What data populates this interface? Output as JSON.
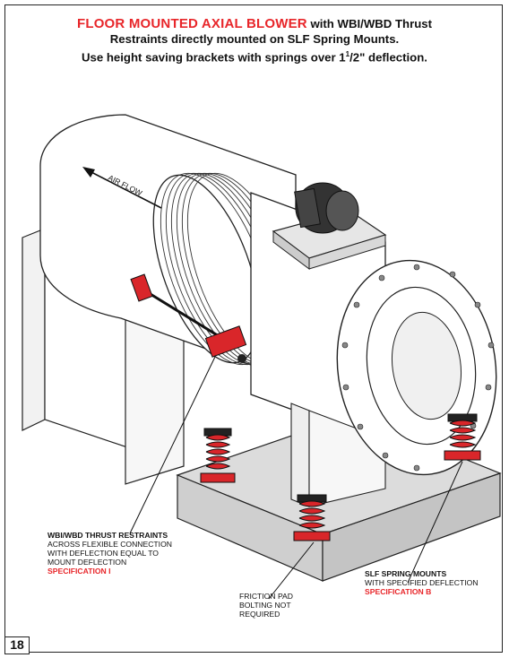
{
  "title": {
    "part1_red": "FLOOR MOUNTED AXIAL BLOWER",
    "part1_with": " with ",
    "part1_product": "WBI/WBD",
    "part1_thrust": " Thrust",
    "line2_pre": "Restraints directly mounted on ",
    "line2_product": "SLF",
    "line2_post": " Spring Mounts.",
    "line3_pre": "Use height saving brackets with springs over 1",
    "line3_sup": "1",
    "line3_frac": "/2",
    "line3_post": "\" deflection."
  },
  "diagram": {
    "airflow_label": "AIR FLOW"
  },
  "callouts": {
    "thrust": {
      "heading": "WBI/WBD THRUST RESTRAINTS",
      "lines": [
        "ACROSS FLEXIBLE CONNECTION",
        "WITH DEFLECTION EQUAL TO",
        "MOUNT DEFLECTION"
      ],
      "spec": "SPECIFICATION I"
    },
    "friction": {
      "lines": [
        "FRICTION PAD",
        "BOLTING NOT",
        "REQUIRED"
      ]
    },
    "spring": {
      "heading": "SLF SPRING MOUNTS",
      "lines": [
        "WITH SPECIFIED DEFLECTION"
      ],
      "spec": "SPECIFICATION B"
    }
  },
  "page_number": "18",
  "colors": {
    "accent_red": "#e8262a",
    "spring_red": "#d9262a",
    "pad_gray": "#dcdcdc"
  }
}
